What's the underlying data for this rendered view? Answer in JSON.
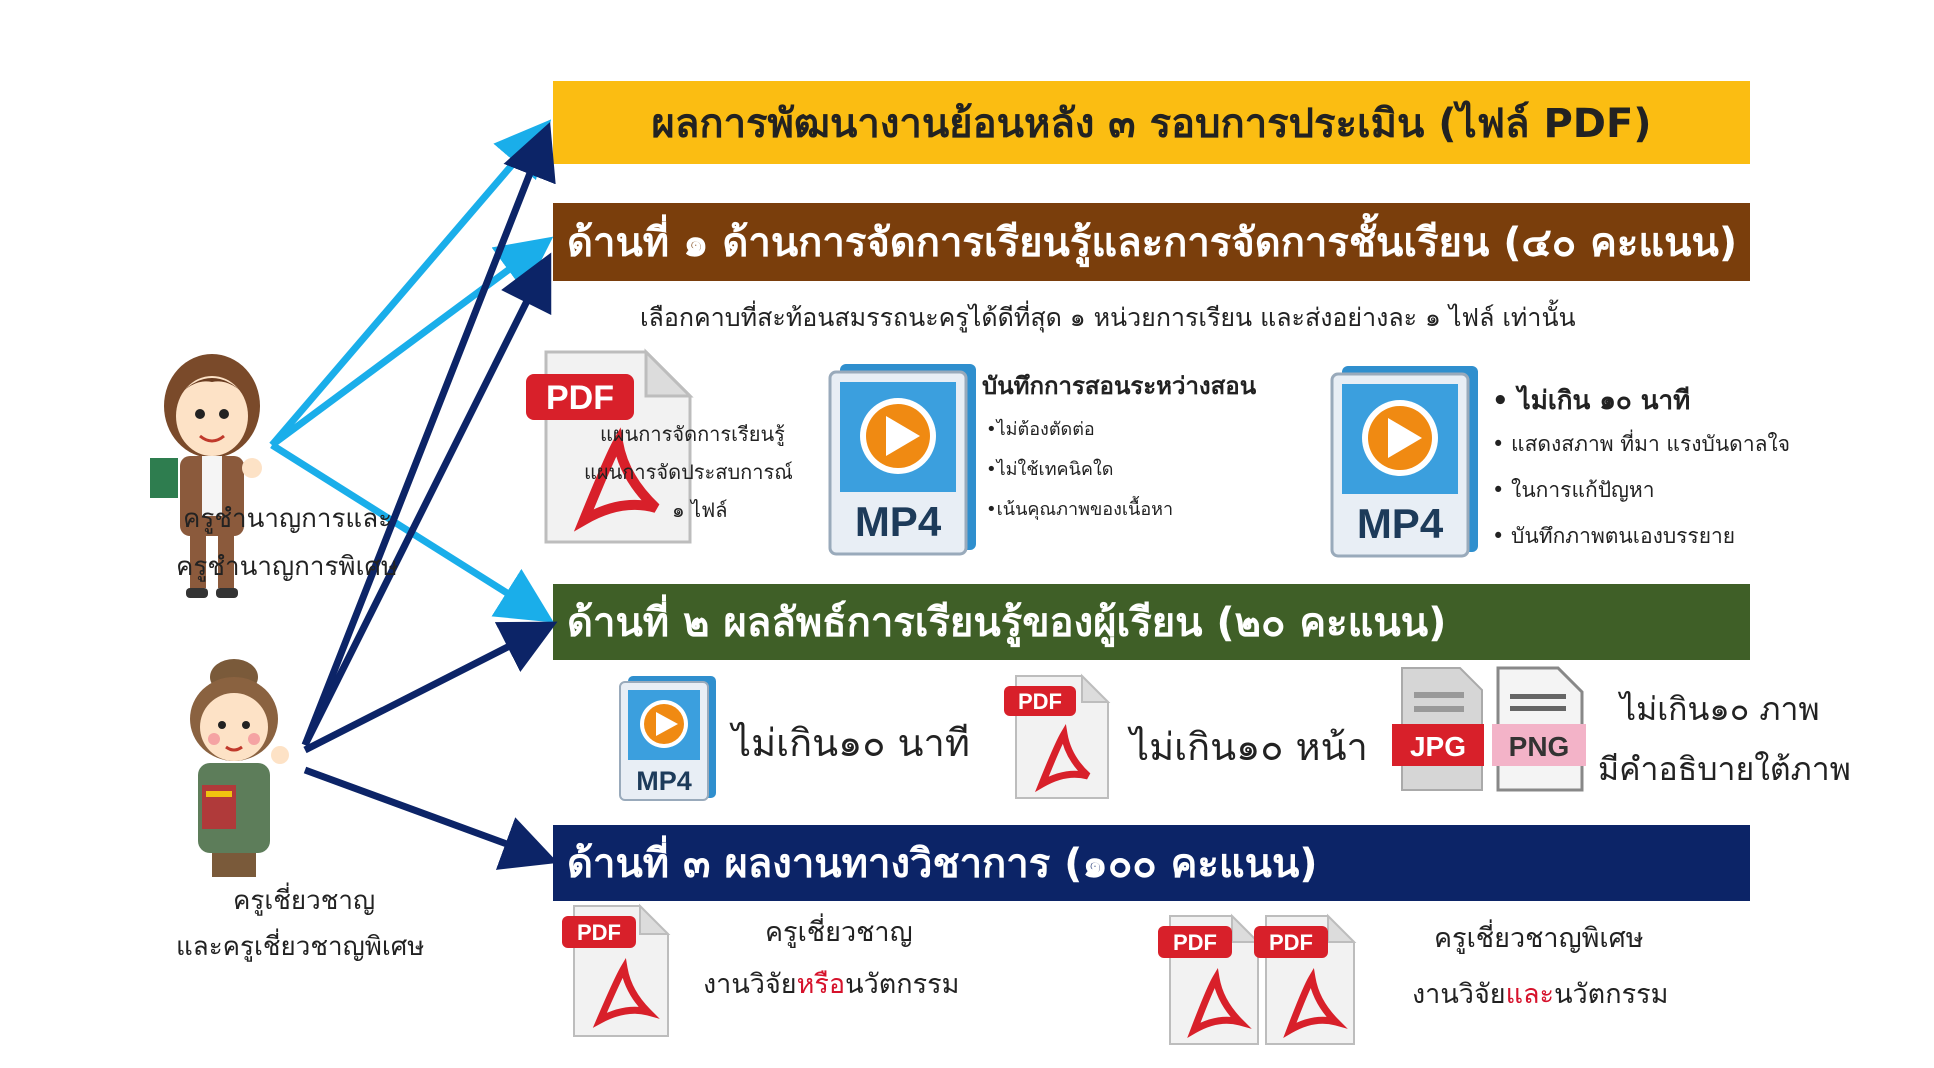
{
  "colors": {
    "banner_eval": "#fbbd12",
    "banner_1": "#7a3e0c",
    "banner_2": "#3f5f27",
    "banner_3": "#0c2467",
    "arrow_light": "#1aaeea",
    "arrow_dark": "#0c2467",
    "highlight_red": "#d6122b"
  },
  "banners": {
    "eval": "ผลการพัฒนางานย้อนหลัง ๓ รอบการประเมิน (ไฟล์ PDF)",
    "aspect1": "ด้านที่ ๑  ด้านการจัดการเรียนรู้และการจัดการชั้นเรียน (๔๐ คะแนน)",
    "aspect2": "ด้านที่ ๒  ผลลัพธ์การเรียนรู้ของผู้เรียน (๒๐ คะแนน)",
    "aspect3": "ด้านที่ ๓  ผลงานทางวิชาการ (๑๐๐ คะแนน)"
  },
  "roles": {
    "left_top": [
      "ครูชำนาญการและ",
      "ครูชำนาญการพิเศษ"
    ],
    "left_bottom": [
      "ครูเชี่ยวชาญ",
      "และครูเชี่ยวชาญพิเศษ"
    ]
  },
  "aspect1": {
    "instruction": "เลือกคาบที่สะท้อนสมรรถนะครูได้ดีที่สุด ๑ หน่วยการเรียน  และส่งอย่างละ ๑ ไฟล์ เท่านั้น",
    "pdf_lines": [
      "แผนการจัดการเรียนรู้",
      "แผนการจัดประสบการณ์",
      "๑ ไฟล์"
    ],
    "mp4_a_title": "บันทึกการสอนระหว่างสอน",
    "mp4_a_items": [
      "•ไม่ต้องตัดต่อ",
      "•ไม่ใช้เทคนิคใด",
      "•เน้นคุณภาพของเนื้อหา"
    ],
    "mp4_b_items": [
      "• ไม่เกิน ๑๐ นาที",
      "• แสดงสภาพ ที่มา แรงบันดาลใจ",
      "• ในการแก้ปัญหา",
      "• บันทึกภาพตนเองบรรยาย"
    ]
  },
  "aspect2": {
    "mp4_label": "ไม่เกิน๑๐ นาที",
    "pdf_label": "ไม่เกิน๑๐ หน้า",
    "img_lines": [
      "ไม่เกิน๑๐ ภาพ",
      "มีคำอธิบายใต้ภาพ"
    ]
  },
  "aspect3": {
    "left_title": "ครูเชี่ยวชาญ",
    "left_line": {
      "pre": "งานวิจัย",
      "hl": "หรือ",
      "post": "นวัตกรรม"
    },
    "right_title": "ครูเชี่ยวชาญพิเศษ",
    "right_line": {
      "pre": "งานวิจัย",
      "hl": "และ",
      "post": "นวัตกรรม"
    }
  },
  "icons": {
    "pdf_badge": "PDF",
    "mp4_badge": "MP4",
    "jpg_badge": "JPG",
    "png_badge": "PNG"
  }
}
